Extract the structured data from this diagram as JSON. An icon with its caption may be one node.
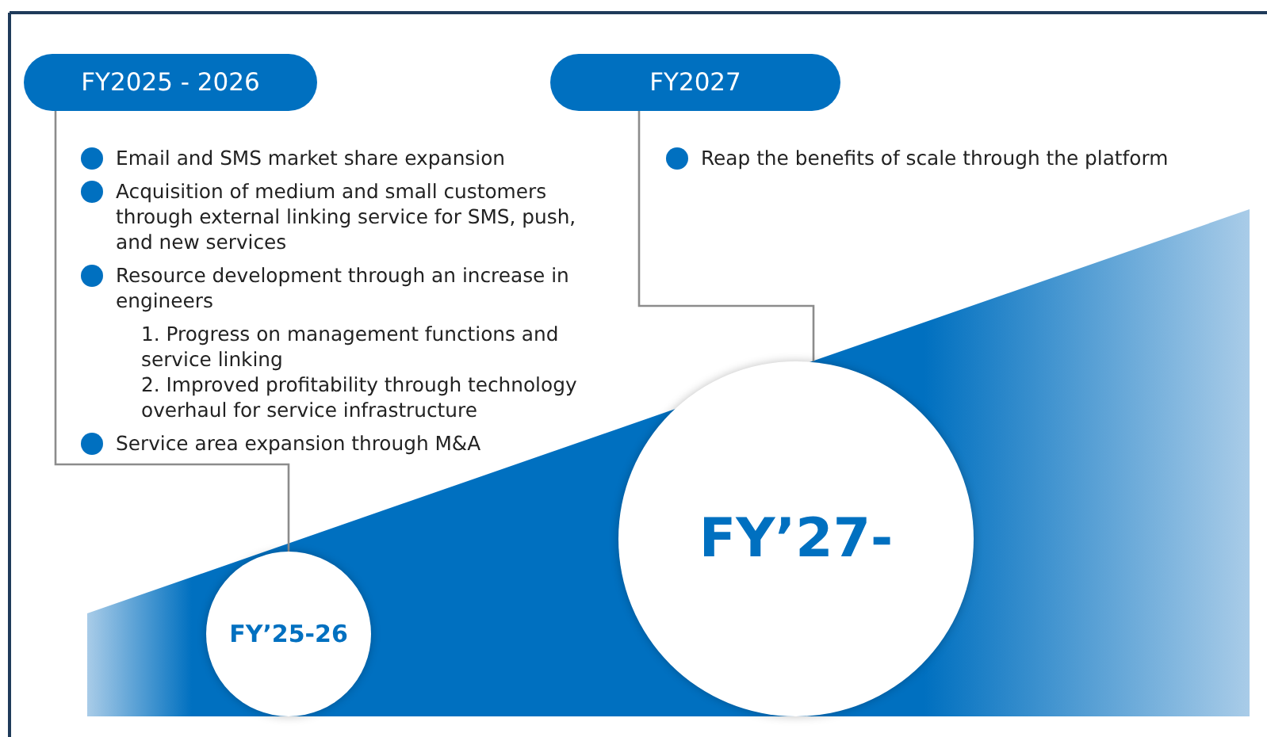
{
  "diagram": {
    "nodes": [
      {
        "text": [
          "FY2025 - 2026"
        ],
        "beside": [
          "Email and SMS market share expansion",
          "Acquisition of medium and small customers through external linking service for SMS, push, and new services",
          "Resource development through an increase in engineers",
          "1. Progress on management functions and service linking",
          "2. Improved profitability through technology overhaul for service infrastructure",
          "Service area expansion through M&A"
        ]
      },
      {
        "text": [
          "FY2027"
        ],
        "beside": [
          "Reap the benefits of scale through the platform"
        ]
      },
      {
        "text": [
          "FY’25-26"
        ]
      },
      {
        "text": [
          "FY’27-"
        ]
      }
    ],
    "edges": [
      {
        "from": 0,
        "to": 2,
        "arrow": "none"
      },
      {
        "from": 1,
        "to": 3,
        "arrow": "none"
      }
    ]
  }
}
